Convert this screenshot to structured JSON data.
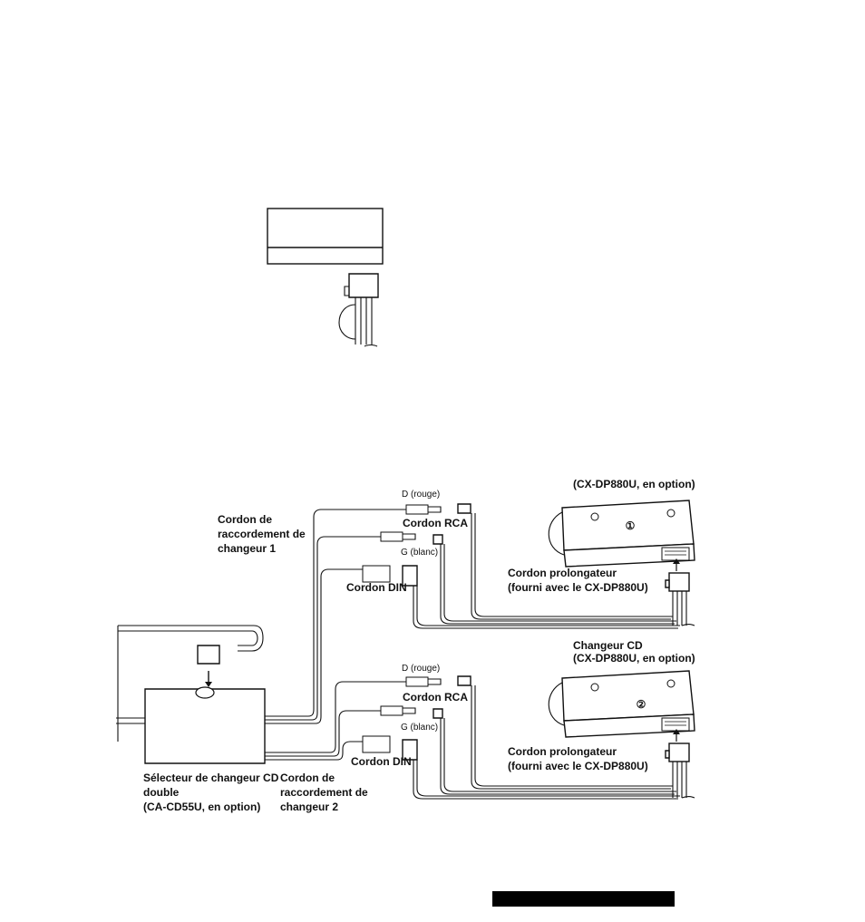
{
  "labels": {
    "cd_changer_1_model": "(CX-DP880U, en option)",
    "cd_changer_2_title": "Changeur CD",
    "cd_changer_2_model": "(CX-DP880U, en option)",
    "changer_cord_1": [
      "Cordon de",
      "raccordement de",
      "changeur 1"
    ],
    "changer_cord_2": [
      "Cordon de",
      "raccordement de",
      "changeur 2"
    ],
    "rca_1": "Cordon RCA",
    "rca_2": "Cordon RCA",
    "din_1": "Cordon DIN",
    "din_2": "Cordon DIN",
    "right_red_1": "D (rouge)",
    "left_white_1": "G (blanc)",
    "right_red_2": "D (rouge)",
    "left_white_2": "G (blanc)",
    "extension_1": [
      "Cordon prolongateur",
      "(fourni avec le CX-DP880U)"
    ],
    "extension_2": [
      "Cordon prolongateur",
      "(fourni avec le CX-DP880U)"
    ],
    "selector": [
      "Sélecteur de changeur CD",
      "double",
      "(CA-CD55U, en option)"
    ],
    "changer_1_number": "①",
    "changer_2_number": "②"
  }
}
